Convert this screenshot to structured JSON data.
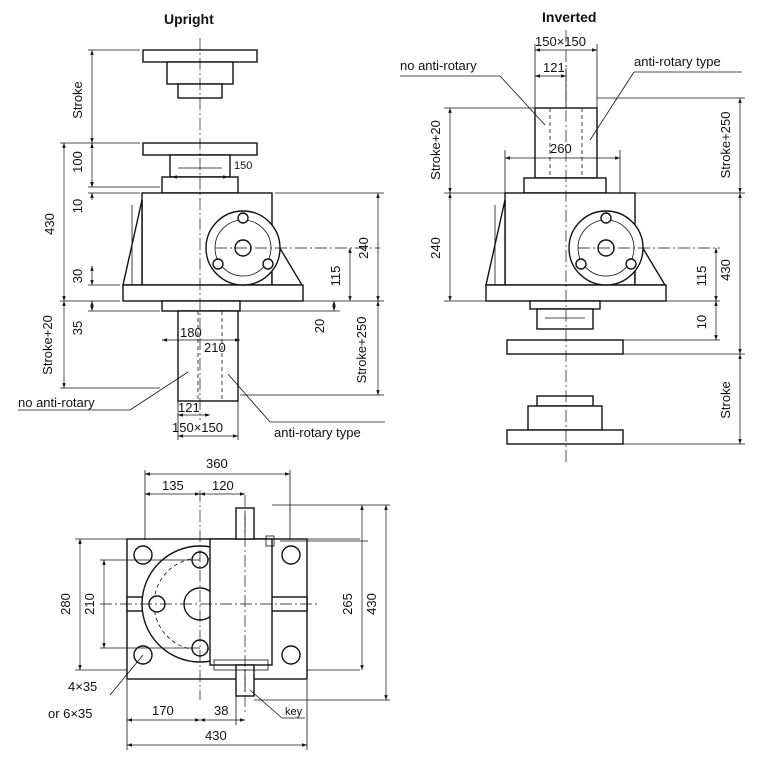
{
  "upright": {
    "title": "Upright",
    "dims": {
      "stroke": "Stroke",
      "d100": "100",
      "d150": "150",
      "d10": "10",
      "d430": "430",
      "d240": "240",
      "d30": "30",
      "d115": "115",
      "d35": "35",
      "d180": "180",
      "d20": "20",
      "d210": "210",
      "stroke20": "Stroke+20",
      "stroke250": "Stroke+250",
      "d121": "121",
      "d150x150": "150×150"
    },
    "labels": {
      "no_anti_rotary": "no anti-rotary",
      "anti_rotary_type": "anti-rotary type"
    }
  },
  "inverted": {
    "title": "Inverted",
    "dims": {
      "d150x150": "150×150",
      "d121": "121",
      "d260": "260",
      "stroke20": "Stroke+20",
      "stroke250": "Stroke+250",
      "d240": "240",
      "d115": "115",
      "d430": "430",
      "d10": "10",
      "stroke": "Stroke"
    },
    "labels": {
      "no_anti_rotary": "no anti-rotary",
      "anti_rotary_type": "anti-rotary type"
    }
  },
  "plan": {
    "dims": {
      "d360": "360",
      "d135": "135",
      "d120": "120",
      "d280": "280",
      "d210": "210",
      "d265": "265",
      "d430v": "430",
      "d4x35": "4×35",
      "d6x35": "or 6×35",
      "d170": "170",
      "d38": "38",
      "key": "key",
      "d430h": "430"
    }
  }
}
